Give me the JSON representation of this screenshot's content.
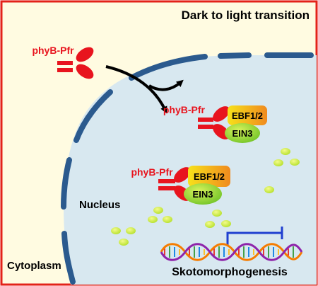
{
  "title": "Dark to light transition",
  "labels": {
    "cytoplasm": "Cytoplasm",
    "nucleus": "Nucleus",
    "outcome": "Skotomorphogenesis"
  },
  "proteins": {
    "phyb": "phyB-Pfr",
    "ebf": "EBF1/2",
    "ein3": "EIN3"
  },
  "colors": {
    "frame": "#e32219",
    "cytoplasm_bg": "#fffbe1",
    "nucleus_fill": "#d8e8f0",
    "envelope": "#2b5a8e",
    "phyb_red": "#e8141e",
    "ebf_yellow": "#f5c518",
    "ebf_orange": "#f08a1e",
    "ein3_green": "#7fcf2b",
    "inhibition_blue": "#1f3fd0",
    "arrow": "#000000"
  }
}
